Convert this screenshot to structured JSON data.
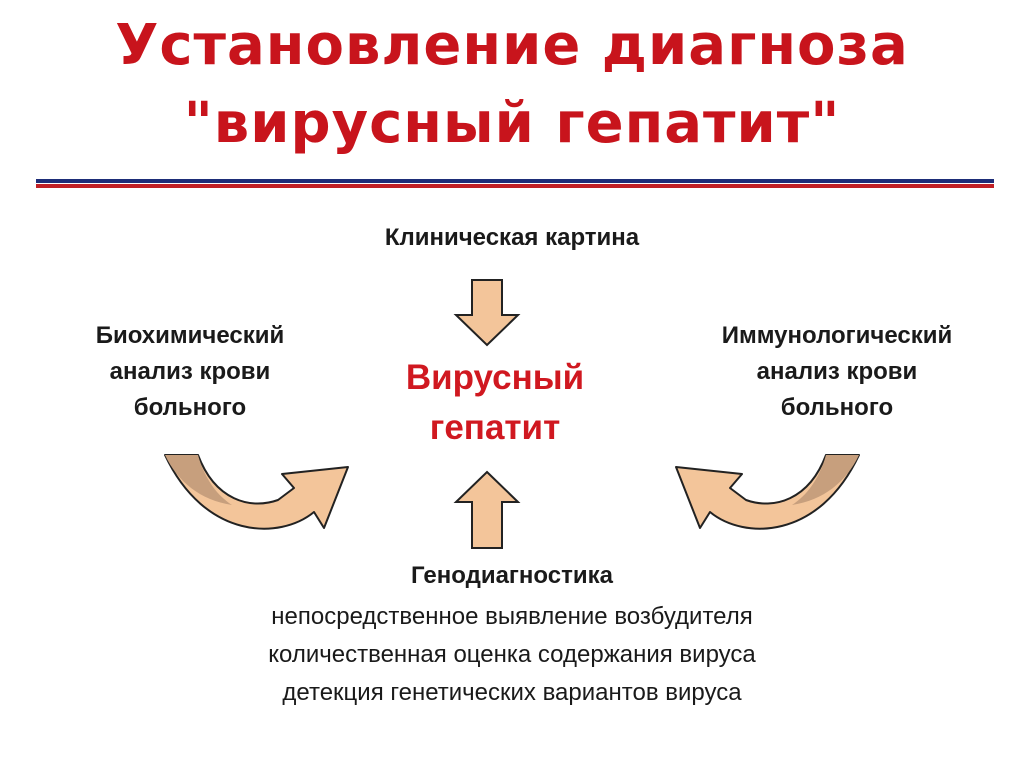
{
  "title": {
    "line1": "Установление диагноза",
    "line2": "\"вирусный гепатит\""
  },
  "top_label": "Клиническая картина",
  "left_label": [
    "Биохимический",
    "анализ крови",
    "больного"
  ],
  "right_label": [
    "Иммунологический",
    "анализ крови",
    "больного"
  ],
  "center_label": [
    "Вирусный",
    "гепатит"
  ],
  "bottom": {
    "title": "Генодиагностика",
    "items": [
      "непосредственное выявление возбудителя",
      "количественная оценка содержания вируса",
      "детекция генетических вариантов вируса"
    ]
  },
  "colors": {
    "title": "#c8141c",
    "center": "#d01820",
    "arrow_fill": "#f3c59a",
    "arrow_shade": "#c79f7d",
    "rule_blue": "#1d2d78",
    "rule_red": "#c02025"
  }
}
